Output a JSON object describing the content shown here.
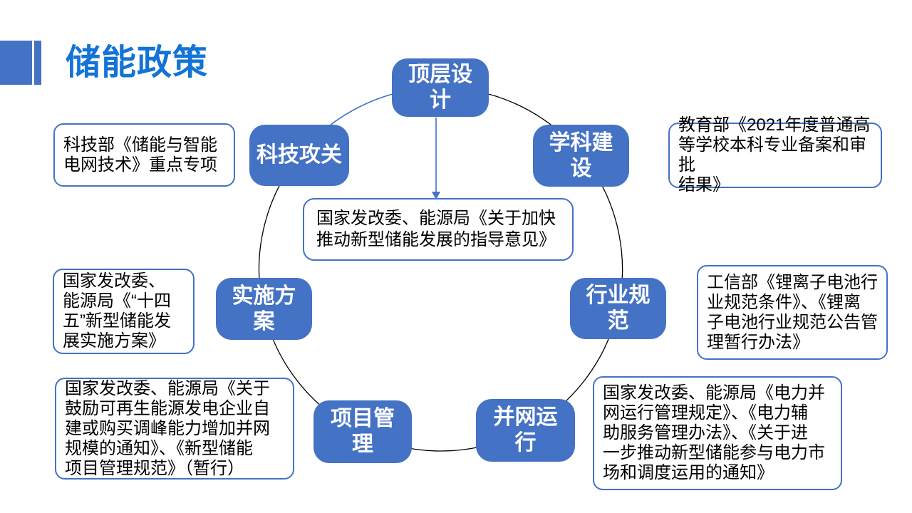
{
  "title": {
    "text": "储能政策"
  },
  "colors": {
    "accent": "#4472C4",
    "title_text": "#1373D6",
    "circle_line": "#000000",
    "node_text": "#FFFFFF",
    "callout_text": "#000000"
  },
  "center_note": {
    "text": "国家发改委、能源局《关于加快\n推动新型储能发展的指导意见》"
  },
  "nodes": {
    "top": {
      "label": "顶层设\n计"
    },
    "upper_left": {
      "label": "科技攻关"
    },
    "upper_right": {
      "label": "学科建\n设"
    },
    "mid_left": {
      "label": "实施方\n案"
    },
    "mid_right": {
      "label": "行业规\n范"
    },
    "bottom_left": {
      "label": "项目管\n理"
    },
    "bottom_right": {
      "label": "并网运\n行"
    }
  },
  "callouts": {
    "left_top": {
      "text": "科技部《储能与智能\n电网技术》重点专项"
    },
    "right_top": {
      "text": "教育部《2021年度普通高\n等学校本科专业备案和审批\n结果》"
    },
    "left_mid": {
      "text": "国家发改委、\n能源局《“十四\n五”新型储能发\n展实施方案》"
    },
    "right_mid": {
      "text": "工信部《锂离子电池行\n业规范条件》、《锂离\n子电池行业规范公告管\n理暂行办法》"
    },
    "left_bottom": {
      "text": "国家发改委、能源局《关于\n鼓励可再生能源发电企业自\n建或购买调峰能力增加并网\n规模的通知》、《新型储能\n项目管理规范》（暂行）"
    },
    "right_bottom": {
      "text": "国家发改委、能源局《电力并\n网运行管理规定》、《电力辅\n助服务管理办法》、《关于进\n一步推动新型储能参与电力市\n场和调度运用的通知》"
    }
  }
}
